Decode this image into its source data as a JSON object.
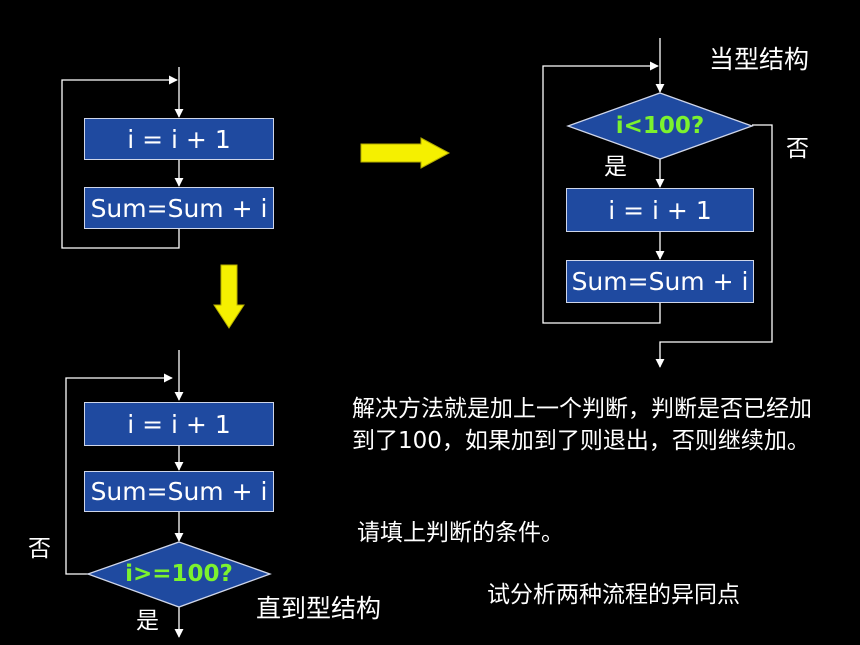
{
  "colors": {
    "background": "#000000",
    "box_fill": "#1f4aa0",
    "box_border": "#cfd6ea",
    "condition_text": "#7cf22e",
    "arrow_yellow": "#f5f000",
    "line": "#ffffff"
  },
  "top_left": {
    "increment_label": "i = i + 1",
    "sum_label": "Sum=Sum + i"
  },
  "while_loop": {
    "title": "当型结构",
    "condition": "i<100?",
    "yes_label": "是",
    "no_label": "否",
    "increment_label": "i = i + 1",
    "sum_label": "Sum=Sum + i"
  },
  "until_loop": {
    "title": "直到型结构",
    "condition": "i>=100?",
    "yes_label": "是",
    "no_label": "否",
    "increment_label": "i = i + 1",
    "sum_label": "Sum=Sum + i"
  },
  "text": {
    "solution": "解决方法就是加上一个判断，判断是否已经加到了100，如果加到了则退出，否则继续加。",
    "prompt": "请填上判断的条件。",
    "analysis": "试分析两种流程的异同点"
  }
}
